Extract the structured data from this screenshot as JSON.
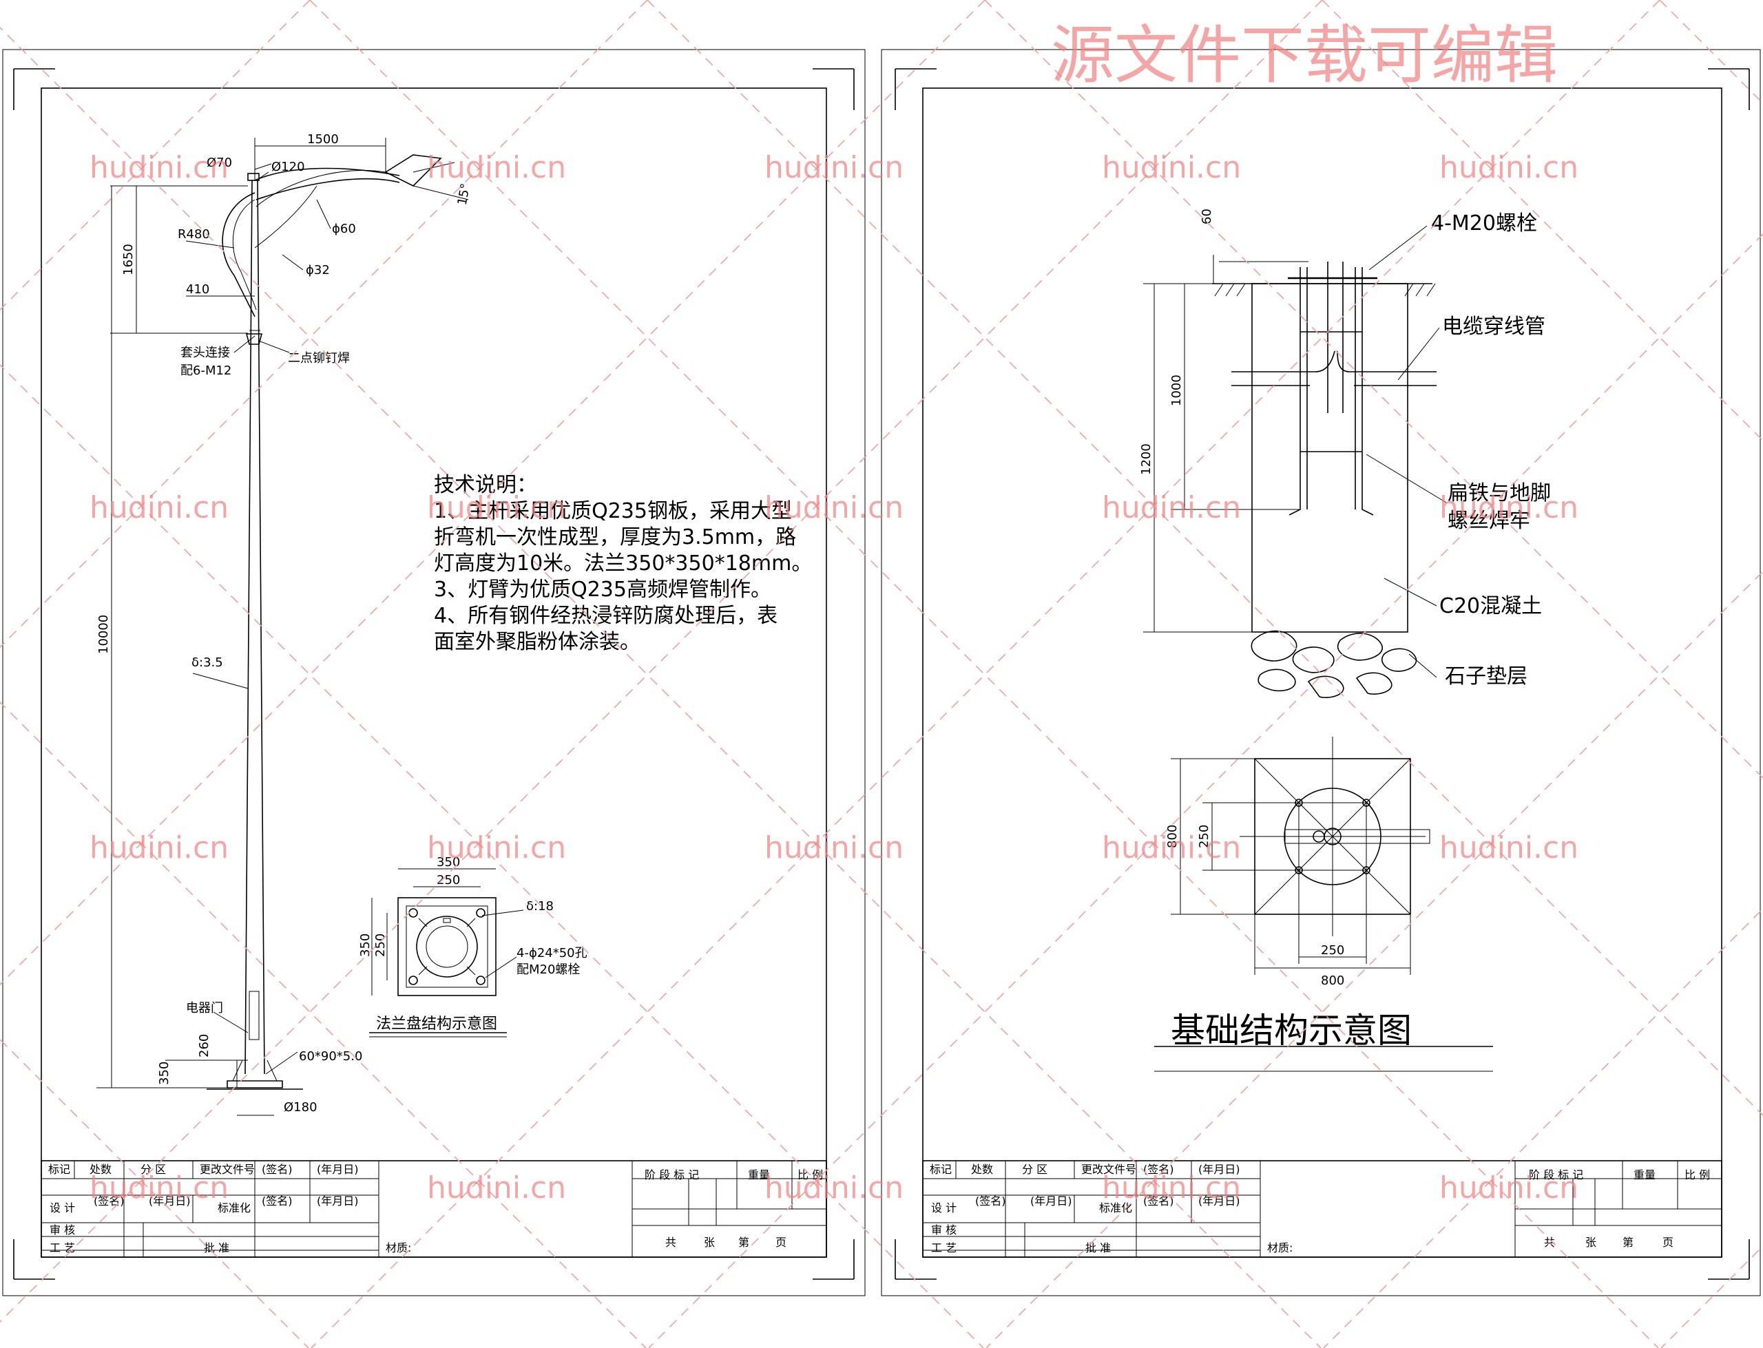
{
  "watermark": {
    "top": "源文件下载可编辑",
    "tile": "hudini.cn",
    "color": "#f08080"
  },
  "left_sheet": {
    "pole_dims": {
      "d70": "Ø70",
      "d120": "Ø120",
      "len1500": "1500",
      "angle15": "15°",
      "r480": "R480",
      "d60": "ɸ60",
      "d32": "ɸ32",
      "h1650": "1650",
      "w410": "410",
      "sleeve1": "套头连接",
      "sleeve2": "配6-M12",
      "rivet": "二点铆钉焊",
      "h10000": "10000",
      "thick": "δ:3.5",
      "door": "电器门",
      "h260": "260",
      "h350": "350",
      "rib": "60*90*5.0",
      "d180": "Ø180"
    },
    "notes": {
      "title": "技术说明：",
      "lines": [
        "1、主杆采用优质Q235钢板，采用大型",
        "折弯机一次性成型，厚度为3.5mm，路",
        "灯高度为10米。法兰350*350*18mm。",
        "3、灯臂为优质Q235高频焊管制作。",
        "4、所有钢件经热浸锌防腐处理后，表",
        "面室外聚脂粉体涂装。"
      ]
    },
    "flange": {
      "w350": "350",
      "w250": "250",
      "thick": "δ:18",
      "h350": "350",
      "h250": "250",
      "holes1": "4-ɸ24*50孔",
      "holes2": "配M20螺栓",
      "caption": "法兰盘结构示意图"
    }
  },
  "right_sheet": {
    "labels": {
      "bolts": "4-M20螺栓",
      "conduit": "电缆穿线管",
      "weld1": "扁铁与地脚",
      "weld2": "螺丝焊牢",
      "concrete": "C20混凝土",
      "gravel": "石子垫层"
    },
    "dims": {
      "d60": "60",
      "d1000": "1000",
      "d1200": "1200",
      "d800v": "800",
      "d250v": "250",
      "d250h": "250",
      "d800h": "800"
    },
    "caption": "基础结构示意图"
  },
  "title_block": {
    "row1": [
      "标记",
      "处数",
      "分 区",
      "更改文件号",
      "(签名)",
      "(年月日)"
    ],
    "stage": "阶 段 标 记",
    "weight": "重量",
    "scale": "比 例",
    "design": "设 计",
    "sign": "(签名)",
    "date": "(年月日)",
    "standard": "标准化",
    "review": "审 核",
    "process": "工 艺",
    "approve": "批 准",
    "material": "材质:",
    "total": "共",
    "sheets": "张",
    "page": "第",
    "page_unit": "页"
  }
}
